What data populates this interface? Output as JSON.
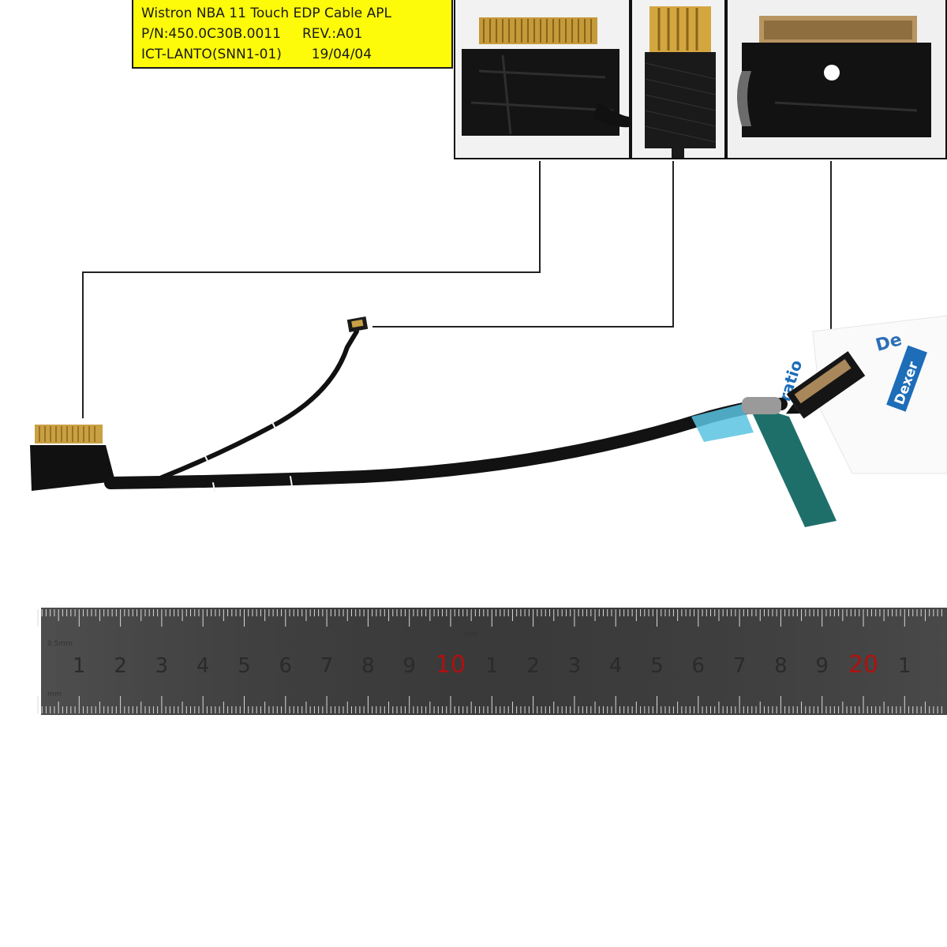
{
  "product_label": {
    "line1": "Wistron NBA 11 Touch EDP Cable APL",
    "line2": "P/N:450.0C30B.0011     REV.:A01",
    "line3": "ICT-LANTO(SNN1-01)       19/04/04",
    "background_color": "#fdfa0a"
  },
  "ruler": {
    "unit_marks": [
      "0.5mm",
      "mm",
      "mm",
      "mm"
    ],
    "numbers": [
      "1",
      "2",
      "3",
      "4",
      "5",
      "6",
      "7",
      "8",
      "9",
      "10",
      "1",
      "2",
      "3",
      "4",
      "5",
      "6",
      "7",
      "8",
      "9",
      "20",
      "1"
    ],
    "highlight_color": "#b01010"
  },
  "tape_sheet": {
    "text_top": "De",
    "text_badge": "Dexer",
    "text_side": "ratio"
  },
  "connector_icons": [
    "left-lcd-connector-icon",
    "touch-connector-icon",
    "right-edp-connector-icon"
  ]
}
